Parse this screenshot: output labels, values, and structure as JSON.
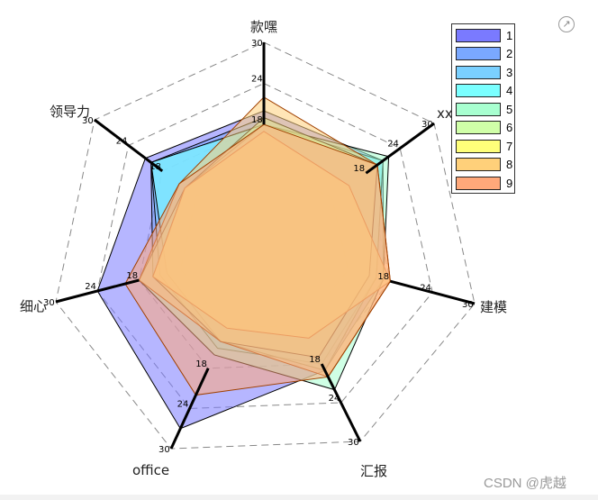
{
  "chart_data": {
    "type": "radar",
    "title": "",
    "axes": [
      "款嘿",
      "xx",
      "建模",
      "汇报",
      "office",
      "细心",
      "领导力"
    ],
    "radial_ticks": [
      18,
      24,
      30
    ],
    "radial_range": [
      0,
      30
    ],
    "grid": "dashed heptagons",
    "legend_position": "top-right",
    "series": [
      {
        "name": "1",
        "color": "#7a7aff",
        "values": [
          20,
          21,
          17,
          19,
          27,
          24,
          21
        ]
      },
      {
        "name": "2",
        "color": "#7aa8ff",
        "values": [
          19,
          20,
          15,
          17,
          14,
          16,
          20
        ]
      },
      {
        "name": "3",
        "color": "#7ad0ff",
        "values": [
          18,
          21,
          16,
          18,
          15,
          15,
          20
        ]
      },
      {
        "name": "4",
        "color": "#7affff",
        "values": [
          18,
          21,
          16,
          19,
          14,
          14,
          20
        ]
      },
      {
        "name": "5",
        "color": "#a8ffd0",
        "values": [
          18,
          22,
          17,
          22,
          16,
          18,
          14
        ]
      },
      {
        "name": "6",
        "color": "#d0ffa8",
        "values": [
          19,
          20,
          15,
          17,
          14,
          16,
          14
        ]
      },
      {
        "name": "7",
        "color": "#ffff7a",
        "values": [
          17,
          15,
          18,
          14,
          12,
          16,
          14
        ]
      },
      {
        "name": "8",
        "color": "#ffd07a",
        "values": [
          22,
          20,
          18,
          20,
          14,
          18,
          15
        ]
      },
      {
        "name": "9",
        "color": "#ffa87a",
        "values": [
          18,
          20,
          18,
          20,
          22,
          20,
          15
        ]
      }
    ]
  },
  "legend": {
    "items": [
      "1",
      "2",
      "3",
      "4",
      "5",
      "6",
      "7",
      "8",
      "9"
    ]
  },
  "export_icon": "↗",
  "watermark": "CSDN @虎越"
}
